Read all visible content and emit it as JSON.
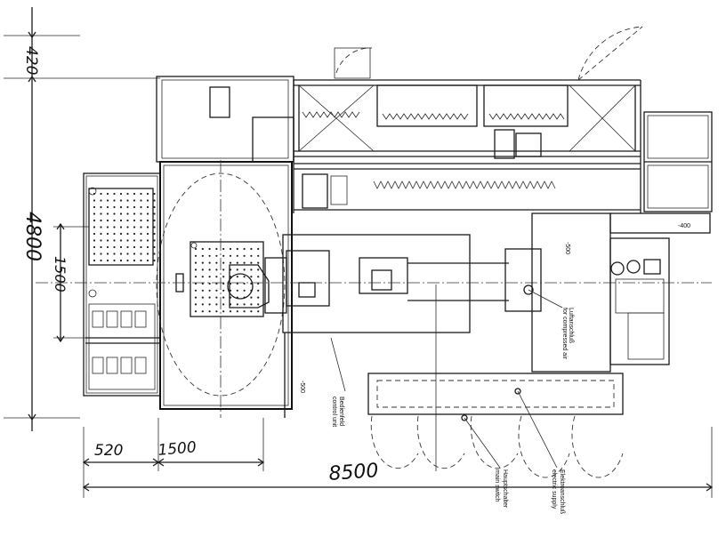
{
  "dimensions": {
    "d420": "420",
    "d4800": "4800",
    "d1500_vert": "1500",
    "d520": "520",
    "d1500_horiz": "1500",
    "d8500": "8500",
    "d400": "-400",
    "d500_right": "-500",
    "d500_mid": "-500"
  },
  "labels": {
    "control_unit_de": "Bedienfeld",
    "control_unit_en": "control unit",
    "main_switch_de": "Hauptschalter",
    "main_switch_en": "main switch",
    "electric_supply_de": "Elektroanschluß",
    "electric_supply_en": "electric supply",
    "compressed_air_de": "Luftanschluß",
    "compressed_air_en": "for compressed air"
  }
}
